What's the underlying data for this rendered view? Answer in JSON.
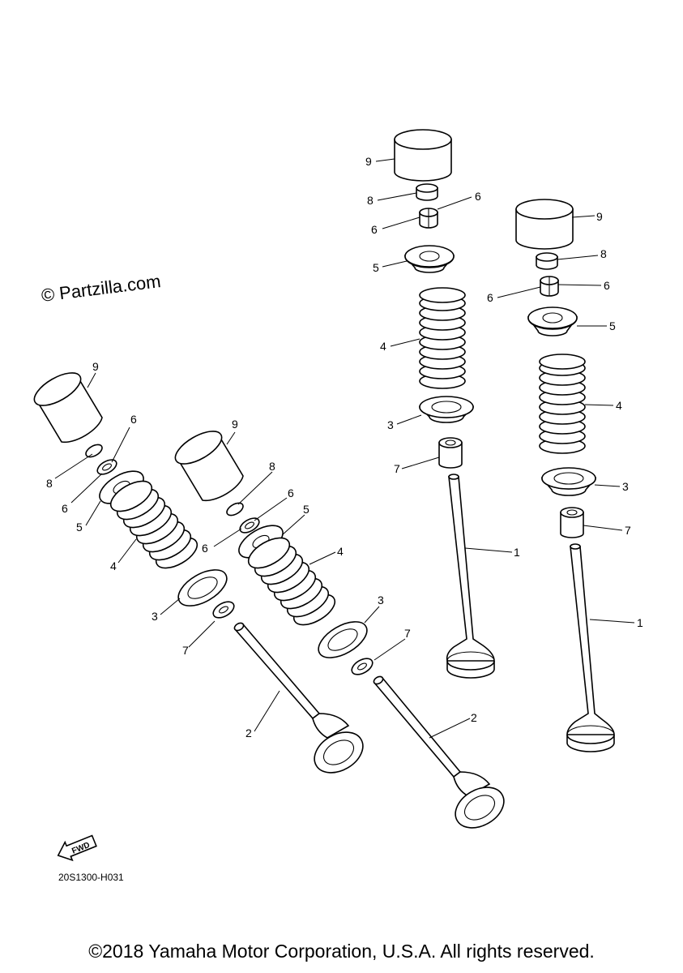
{
  "watermark": "© Partzilla.com",
  "diagram_code": "20S1300-H031",
  "fwd_label": "FWD",
  "copyright": "©2018 Yamaha Motor Corporation, U.S.A. All rights reserved.",
  "callouts": {
    "c1": "1",
    "c2": "2",
    "c3": "3",
    "c4": "4",
    "c5": "5",
    "c6": "6",
    "c7": "7",
    "c8": "8",
    "c9": "9"
  }
}
